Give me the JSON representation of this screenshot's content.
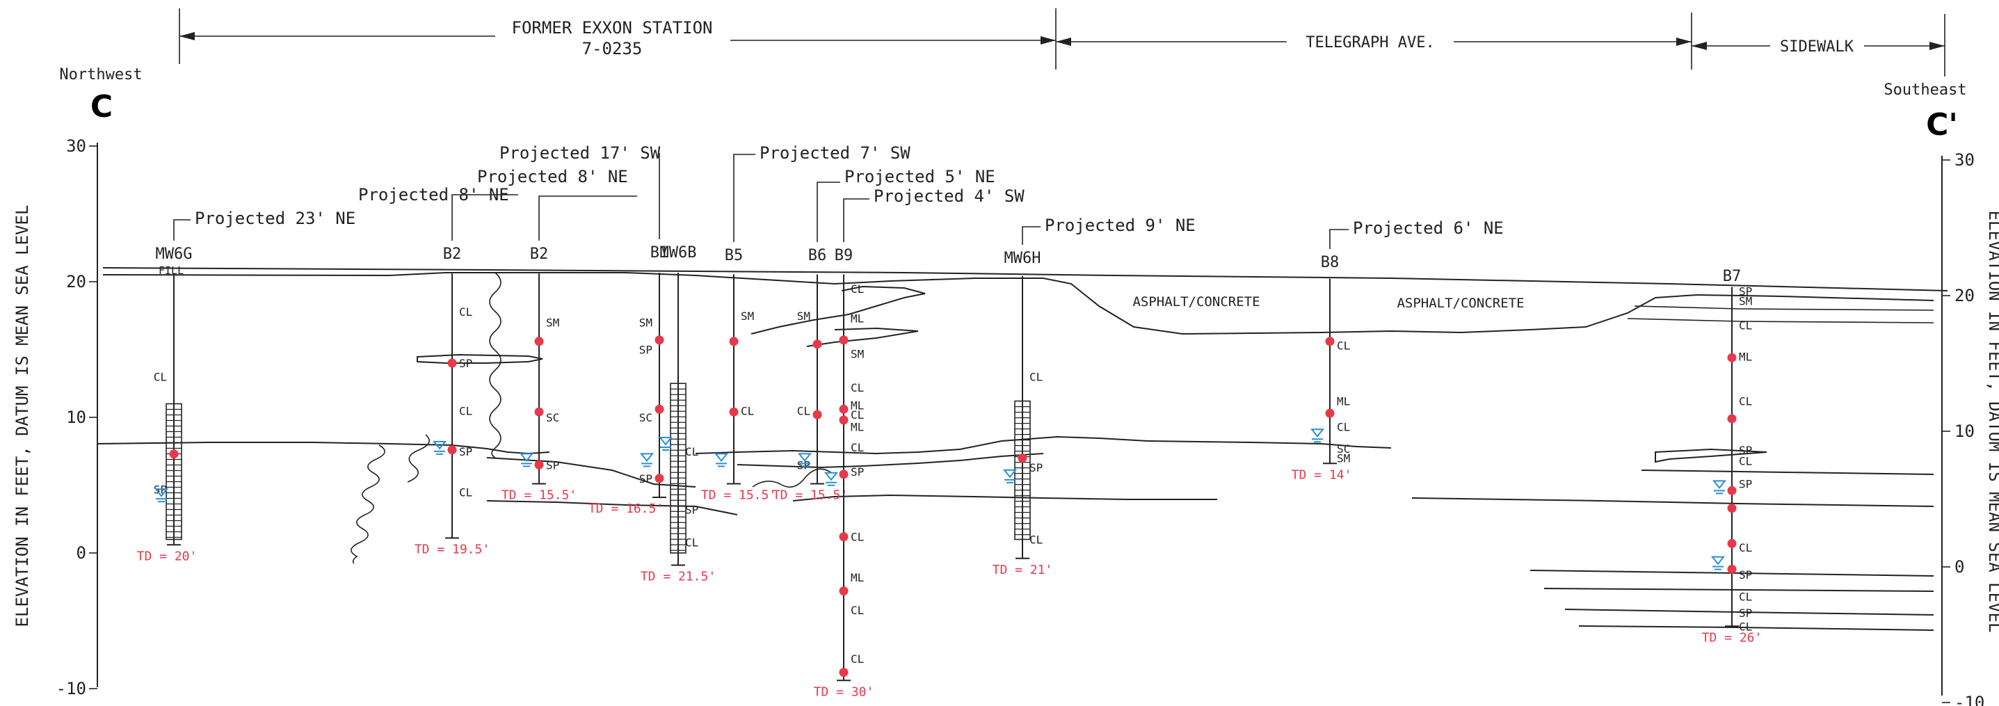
{
  "header": {
    "station_name": "FORMER EXXON STATION",
    "station_id": "7-0235",
    "street": "TELEGRAPH AVE.",
    "sidewalk": "SIDEWALK"
  },
  "section": {
    "left_direction": "Northwest",
    "right_direction": "Southeast",
    "left_letter": "C",
    "right_letter": "C'"
  },
  "axes": {
    "left_title": "ELEVATION IN FEET, DATUM IS MEAN SEA LEVEL",
    "right_title": "ELEVATION IN FEET, DATUM IS MEAN SEA LEVEL",
    "ticks": [
      {
        "value": 30,
        "label": "30"
      },
      {
        "value": 20,
        "label": "20"
      },
      {
        "value": 10,
        "label": "10"
      },
      {
        "value": 0,
        "label": "0"
      },
      {
        "value": -10,
        "label": "-10"
      }
    ]
  },
  "surface_labels": [
    "ASPHALT/CONCRETE",
    "ASPHALT/CONCRETE"
  ],
  "projections": [
    {
      "text": "Projected 23' NE"
    },
    {
      "text": "Projected 8' NE"
    },
    {
      "text": "Projected 8' NE"
    },
    {
      "text": "Projected 17' SW"
    },
    {
      "text": "Projected 7' SW"
    },
    {
      "text": "Projected 5' NE"
    },
    {
      "text": "Projected 4' SW"
    },
    {
      "text": "Projected 9' NE"
    },
    {
      "text": "Projected 6' NE"
    }
  ],
  "wells": [
    {
      "name": "MW6G",
      "td": "TD = 20'",
      "extra": "FILL",
      "soils": [
        {
          "code": "CL",
          "elev": 13
        },
        {
          "code": "SP",
          "elev": 4.7
        }
      ]
    },
    {
      "name": "B2",
      "td": "TD = 19.5'",
      "soils": [
        {
          "code": "CL",
          "elev": 17.8
        },
        {
          "code": "SP",
          "elev": 14
        },
        {
          "code": "CL",
          "elev": 10.5
        },
        {
          "code": "SP",
          "elev": 7.5
        },
        {
          "code": "CL",
          "elev": 4.5
        }
      ]
    },
    {
      "name": "B2",
      "td": "TD = 15.5'",
      "soils": [
        {
          "code": "SM",
          "elev": 17
        },
        {
          "code": "SC",
          "elev": 10
        },
        {
          "code": "SP",
          "elev": 6.5
        }
      ]
    },
    {
      "name": "B1",
      "td": "TD = 16.5'",
      "soils": [
        {
          "code": "SM",
          "elev": 17
        },
        {
          "code": "SP",
          "elev": 15
        },
        {
          "code": "SC",
          "elev": 10
        },
        {
          "code": "SP",
          "elev": 5.5
        }
      ]
    },
    {
      "name": "MW6B",
      "td": "TD = 21.5'",
      "soils": [
        {
          "code": "CL",
          "elev": 7.5
        },
        {
          "code": "SP",
          "elev": 3.2
        },
        {
          "code": "CL",
          "elev": 0.8
        }
      ]
    },
    {
      "name": "B5",
      "td": "TD = 15.5'",
      "soils": [
        {
          "code": "SM",
          "elev": 17.5
        },
        {
          "code": "CL",
          "elev": 10.5
        }
      ]
    },
    {
      "name": "B6",
      "td": "TD = 15.5'",
      "soils": [
        {
          "code": "SM",
          "elev": 17.5
        },
        {
          "code": "CL",
          "elev": 10.5
        },
        {
          "code": "SP",
          "elev": 6.5
        }
      ]
    },
    {
      "name": "B9",
      "td": "TD = 30'",
      "soils": [
        {
          "code": "CL",
          "elev": 19.5
        },
        {
          "code": "ML",
          "elev": 17.3
        },
        {
          "code": "SM",
          "elev": 14.7
        },
        {
          "code": "CL",
          "elev": 12.2
        },
        {
          "code": "ML",
          "elev": 10.9
        },
        {
          "code": "CL",
          "elev": 10.2
        },
        {
          "code": "ML",
          "elev": 9.3
        },
        {
          "code": "CL",
          "elev": 7.8
        },
        {
          "code": "SP",
          "elev": 6
        },
        {
          "code": "CL",
          "elev": 1.2
        },
        {
          "code": "ML",
          "elev": -1.8
        },
        {
          "code": "CL",
          "elev": -4.2
        },
        {
          "code": "CL",
          "elev": -7.8
        }
      ]
    },
    {
      "name": "MW6H",
      "td": "TD = 21'",
      "soils": [
        {
          "code": "CL",
          "elev": 13
        },
        {
          "code": "SP",
          "elev": 6.3
        },
        {
          "code": "CL",
          "elev": 1
        }
      ]
    },
    {
      "name": "B8",
      "td": "TD = 14'",
      "soils": [
        {
          "code": "CL",
          "elev": 15.3
        },
        {
          "code": "ML",
          "elev": 11.2
        },
        {
          "code": "CL",
          "elev": 9.3
        },
        {
          "code": "SM",
          "elev": 7
        },
        {
          "code": "SC",
          "elev": 7.7
        }
      ]
    },
    {
      "name": "B7",
      "td": "TD = 26'",
      "soils": [
        {
          "code": "SP",
          "elev": 19.3
        },
        {
          "code": "SM",
          "elev": 18.6
        },
        {
          "code": "CL",
          "elev": 16.8
        },
        {
          "code": "ML",
          "elev": 14.5
        },
        {
          "code": "CL",
          "elev": 11.2
        },
        {
          "code": "SP",
          "elev": 7.6
        },
        {
          "code": "CL",
          "elev": 6.8
        },
        {
          "code": "SP",
          "elev": 5.1
        },
        {
          "code": "CL",
          "elev": 0.4
        },
        {
          "code": "SP",
          "elev": -1.6
        },
        {
          "code": "CL",
          "elev": -3.2
        },
        {
          "code": "SP",
          "elev": -4.4
        },
        {
          "code": "CL",
          "elev": -5.4
        }
      ]
    }
  ]
}
